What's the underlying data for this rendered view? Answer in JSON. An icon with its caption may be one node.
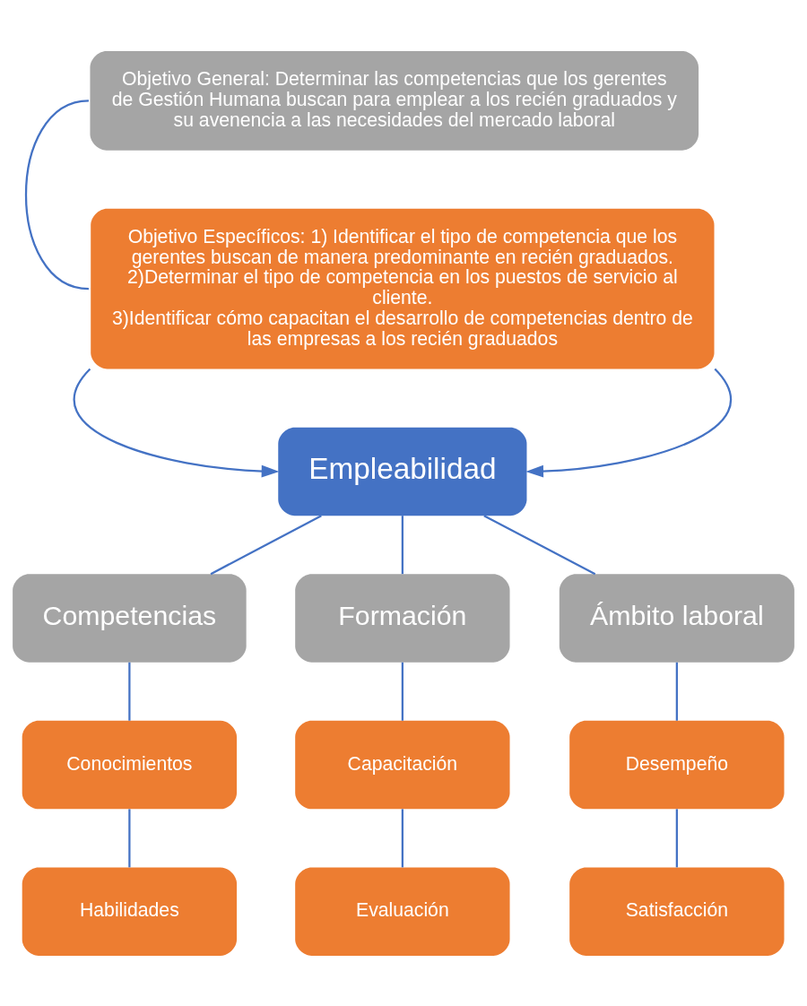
{
  "diagram": {
    "nodes": [
      {
        "text": [
          "Objetivo General: Determinar las competencias que los gerentes de Gestión Humana buscan para emplear a los recién graduados y su avenencia a las necesidades del mercado laboral"
        ]
      },
      {
        "text": [
          "Objetivo Específicos: 1) Identificar el tipo de competencia que los gerentes buscan de manera predominante en recién graduados.",
          "2)Determinar el tipo de competencia en los puestos de servicio al cliente.",
          "3)Identificar cómo capacitan el desarrollo de competencias dentro de las empresas a los recién graduados"
        ]
      },
      {
        "text": [
          "Empleabilidad"
        ]
      },
      {
        "text": [
          "Competencias"
        ]
      },
      {
        "text": [
          "Formación"
        ]
      },
      {
        "text": [
          "Ámbito laboral"
        ]
      },
      {
        "text": [
          "Conocimientos"
        ]
      },
      {
        "text": [
          "Capacitación"
        ]
      },
      {
        "text": [
          "Desempeño"
        ]
      },
      {
        "text": [
          "Habilidades"
        ]
      },
      {
        "text": [
          "Evaluación"
        ]
      },
      {
        "text": [
          "Satisfacción"
        ]
      }
    ],
    "edges": [
      {
        "from": 0,
        "to": 1,
        "arrow": "none"
      },
      {
        "from": 1,
        "to": 2,
        "arrow": "to"
      },
      {
        "from": 1,
        "to": 2,
        "arrow": "to"
      },
      {
        "from": 2,
        "to": 3,
        "arrow": "none"
      },
      {
        "from": 2,
        "to": 4,
        "arrow": "none"
      },
      {
        "from": 2,
        "to": 5,
        "arrow": "none"
      },
      {
        "from": 3,
        "to": 6,
        "arrow": "none"
      },
      {
        "from": 4,
        "to": 7,
        "arrow": "none"
      },
      {
        "from": 5,
        "to": 8,
        "arrow": "none"
      },
      {
        "from": 6,
        "to": 9,
        "arrow": "none"
      },
      {
        "from": 7,
        "to": 10,
        "arrow": "none"
      },
      {
        "from": 8,
        "to": 11,
        "arrow": "none"
      }
    ]
  }
}
